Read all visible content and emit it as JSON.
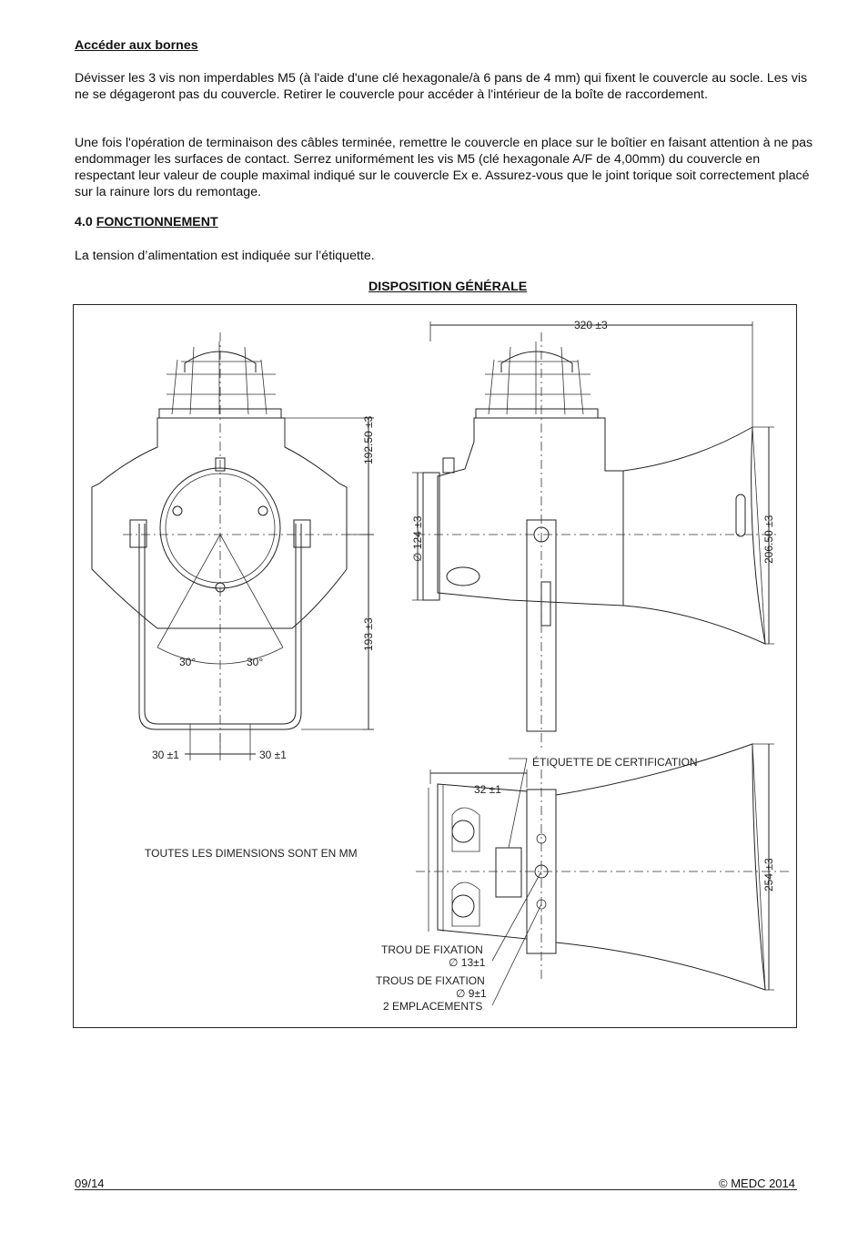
{
  "section1": {
    "heading": "Accéder aux bornes",
    "para1": "Dévisser les 3 vis non imperdables M5 (à l'aide d'une clé hexagonale/à 6 pans de 4 mm) qui fixent le couvercle au socle. Les vis ne se dégageront pas du couvercle. Retirer le couvercle pour accéder à l'intérieur de la boîte de raccordement.",
    "para2": "Une fois l'opération de terminaison des câbles terminée, remettre le couvercle en place sur le boîtier en faisant attention à ne pas endommager les surfaces de contact. Serrez uniformément les vis M5 (clé hexagonale A/F de 4,00mm) du couvercle en respectant leur valeur de couple maximal indiqué sur le couvercle Ex e. Assurez-vous que le joint torique soit correctement placé sur la rainure lors du remontage."
  },
  "section2": {
    "number": "4.0",
    "heading": "FONCTIONNEMENT",
    "para": "La tension d’alimentation est indiquée sur l’étiquette."
  },
  "drawing": {
    "title": "DISPOSITION GÉNÉRALE",
    "dims": {
      "width_320": "320 ±3",
      "height_192": "192.50 ±3",
      "height_193": "193 ±3",
      "dia_124": "∅ 124 ±3",
      "height_206": "206.50 ±3",
      "height_254": "254 ±3",
      "offset_30_left": "30 ±1",
      "offset_30_right": "30 ±1",
      "angle_left": "30°",
      "angle_right": "30°",
      "dim_32": "32 ±1"
    },
    "labels": {
      "cert_label": "ÉTIQUETTE DE CERTIFICATION",
      "all_dims": "TOUTES LES DIMENSIONS SONT EN MM",
      "fix_hole_1": "TROU DE FIXATION",
      "fix_hole_1_dia": "∅ 13±1",
      "fix_holes_2": "TROUS DE FIXATION",
      "fix_holes_2_dia": "∅ 9±1",
      "fix_holes_2_qty": "2 EMPLACEMENTS"
    }
  },
  "footer": {
    "date": "09/14",
    "copyright": "© MEDC 2014"
  }
}
